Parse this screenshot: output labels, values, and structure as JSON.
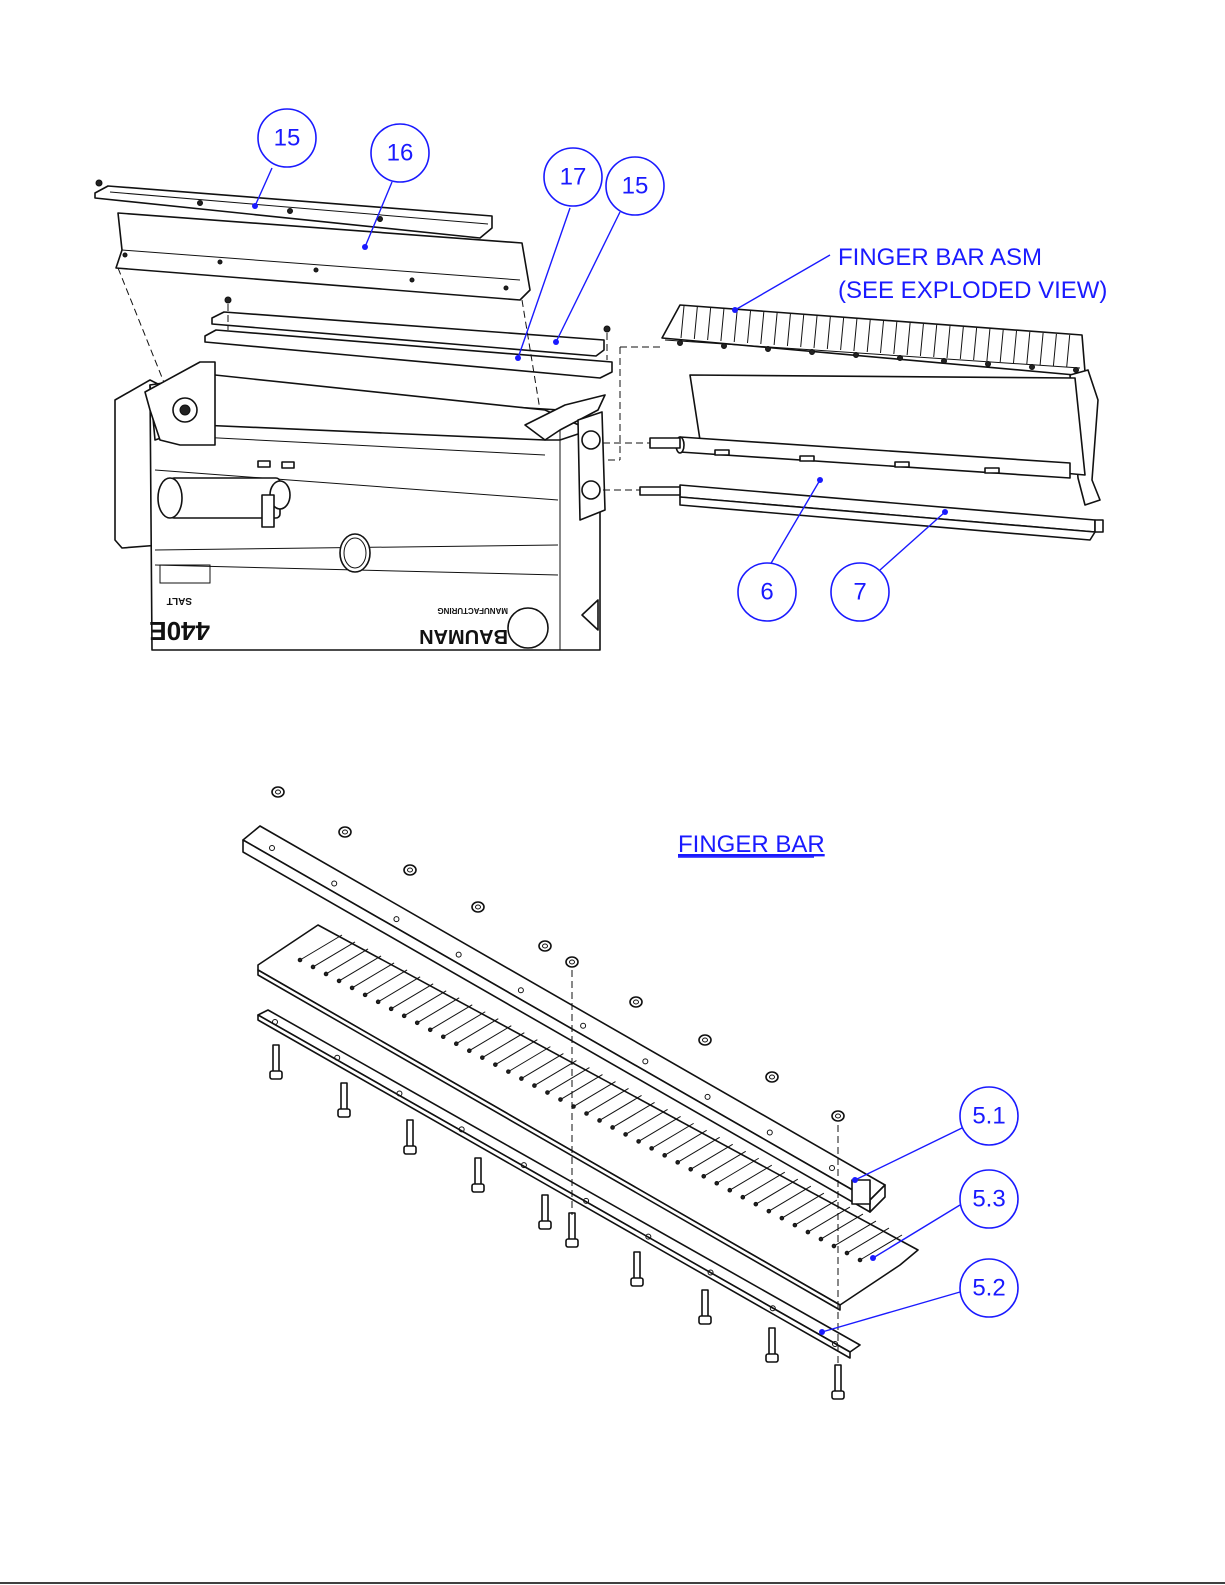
{
  "callouts": {
    "c15a": "15",
    "c16": "16",
    "c17": "17",
    "c15b": "15",
    "c6": "6",
    "c7": "7",
    "c51": "5.1",
    "c53": "5.3",
    "c52": "5.2"
  },
  "notes": {
    "finger_bar_asm_line1": "FINGER BAR ASM",
    "finger_bar_asm_line2": "(SEE EXPLODED VIEW)",
    "finger_bar_title": "FINGER BAR"
  },
  "machine_markings": {
    "model": "440E",
    "model_sub": "SALT",
    "brand": "BAUMAN",
    "brand_sub": "MANUFACTURING"
  },
  "colors": {
    "callout": "#1a1aff",
    "linework": "#111111",
    "background": "#ffffff"
  }
}
